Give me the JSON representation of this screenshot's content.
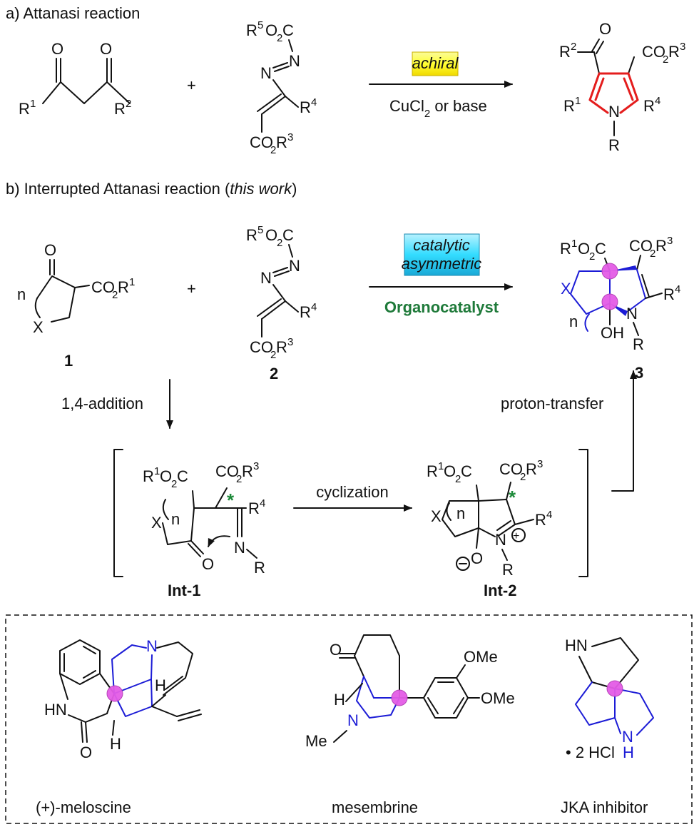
{
  "section_a": {
    "title": "a) Attanasi reaction",
    "condition_top": "achiral",
    "condition_bottom": "CuCl",
    "condition_bottom_sub": "2",
    "condition_bottom_tail": " or base"
  },
  "section_b": {
    "title": "b) Interrupted Attanasi reaction (",
    "title_italic": "this work",
    "title_close": ")",
    "condition_top_line1": "catalytic",
    "condition_top_line2": "asymmetric",
    "condition_bottom": "Organocatalyst",
    "compound_1": "1",
    "compound_2": "2",
    "compound_3": "3",
    "step_addition": "1,4-addition",
    "step_proton": "proton-transfer",
    "step_cyclization": "cyclization",
    "int1": "Int-1",
    "int2": "Int-2"
  },
  "examples": {
    "meloscine": "(+)-meloscine",
    "mesembrine": "mesembrine",
    "jka": "JKA inhibitor",
    "hcl": "• 2 HCl"
  },
  "colors": {
    "highlight_yellow": "#ffff33",
    "highlight_cyan": "#33dcff",
    "green": "#1f7a3a",
    "red": "#e41d1d",
    "blue": "#1c1cd6",
    "pink": "#e45ce6"
  }
}
